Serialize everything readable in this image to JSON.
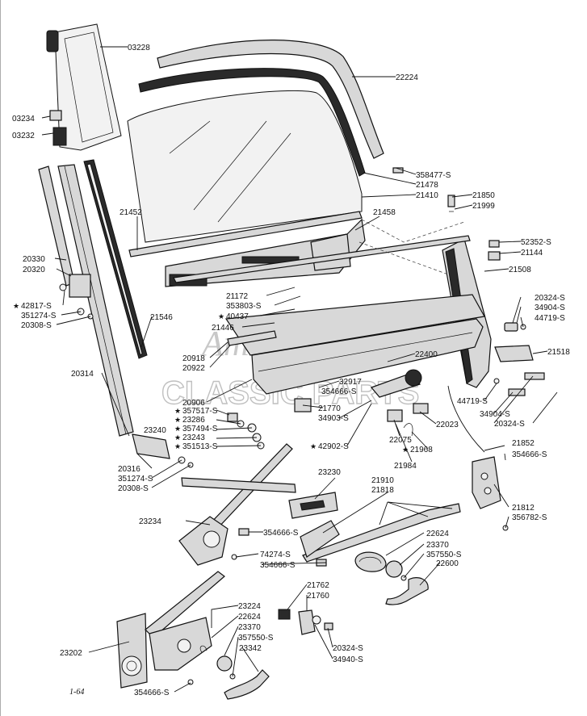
{
  "watermark": {
    "line1": "American",
    "line2": "CLASSIC PARTS"
  },
  "page_number": "1-64",
  "callouts": [
    {
      "id": "c01",
      "text": "03228",
      "star": false
    },
    {
      "id": "c02",
      "text": "22224",
      "star": false
    },
    {
      "id": "c03",
      "text": "03234",
      "star": false
    },
    {
      "id": "c04",
      "text": "03232",
      "star": false
    },
    {
      "id": "c05",
      "text": "358477-S",
      "star": false
    },
    {
      "id": "c06",
      "text": "21478",
      "star": false
    },
    {
      "id": "c07",
      "text": "21410",
      "star": false
    },
    {
      "id": "c08",
      "text": "21850",
      "star": false
    },
    {
      "id": "c09",
      "text": "21999",
      "star": false
    },
    {
      "id": "c10",
      "text": "21452",
      "star": false
    },
    {
      "id": "c11",
      "text": "21458",
      "star": false
    },
    {
      "id": "c12",
      "text": "52352-S",
      "star": false
    },
    {
      "id": "c13",
      "text": "21144",
      "star": false
    },
    {
      "id": "c14",
      "text": "20330",
      "star": false
    },
    {
      "id": "c15",
      "text": "20320",
      "star": false
    },
    {
      "id": "c16",
      "text": "21508",
      "star": false
    },
    {
      "id": "c17",
      "text": "42817-S",
      "star": true
    },
    {
      "id": "c18",
      "text": "351274-S",
      "star": false
    },
    {
      "id": "c19",
      "text": "20308-S",
      "star": false
    },
    {
      "id": "c20",
      "text": "21172",
      "star": false
    },
    {
      "id": "c21",
      "text": "353803-S",
      "star": false
    },
    {
      "id": "c22",
      "text": "40437",
      "star": true
    },
    {
      "id": "c23",
      "text": "20324-S",
      "star": false
    },
    {
      "id": "c24",
      "text": "34904-S",
      "star": false
    },
    {
      "id": "c25",
      "text": "44719-S",
      "star": false
    },
    {
      "id": "c26",
      "text": "21546",
      "star": false
    },
    {
      "id": "c27",
      "text": "21446",
      "star": false
    },
    {
      "id": "c28",
      "text": "20918",
      "star": false
    },
    {
      "id": "c29",
      "text": "20922",
      "star": false
    },
    {
      "id": "c30",
      "text": "21518",
      "star": false
    },
    {
      "id": "c31",
      "text": "22400",
      "star": false
    },
    {
      "id": "c32",
      "text": "20314",
      "star": false
    },
    {
      "id": "c33",
      "text": "32917",
      "star": false
    },
    {
      "id": "c34",
      "text": "354666-S",
      "star": false
    },
    {
      "id": "c35",
      "text": "44719-S",
      "star": false
    },
    {
      "id": "c36",
      "text": "20906",
      "star": false
    },
    {
      "id": "c37",
      "text": "357517-S",
      "star": true
    },
    {
      "id": "c38",
      "text": "34904-S",
      "star": false
    },
    {
      "id": "c39",
      "text": "20324-S",
      "star": false
    },
    {
      "id": "c40",
      "text": "23286",
      "star": true
    },
    {
      "id": "c41",
      "text": "21770",
      "star": false
    },
    {
      "id": "c42",
      "text": "22023",
      "star": false
    },
    {
      "id": "c43",
      "text": "357494-S",
      "star": true
    },
    {
      "id": "c44",
      "text": "34903-S",
      "star": false
    },
    {
      "id": "c45",
      "text": "23240",
      "star": false
    },
    {
      "id": "c46",
      "text": "23243",
      "star": true
    },
    {
      "id": "c47",
      "text": "42902-S",
      "star": true
    },
    {
      "id": "c48",
      "text": "22075",
      "star": false
    },
    {
      "id": "c49",
      "text": "351513-S",
      "star": true
    },
    {
      "id": "c50",
      "text": "21968",
      "star": true
    },
    {
      "id": "c51",
      "text": "21852",
      "star": false
    },
    {
      "id": "c52",
      "text": "354666-S",
      "star": false
    },
    {
      "id": "c53",
      "text": "21984",
      "star": false
    },
    {
      "id": "c54",
      "text": "20316",
      "star": false
    },
    {
      "id": "c55",
      "text": "351274-S",
      "star": false
    },
    {
      "id": "c56",
      "text": "20308-S",
      "star": false
    },
    {
      "id": "c57",
      "text": "23230",
      "star": false
    },
    {
      "id": "c58",
      "text": "21910",
      "star": false
    },
    {
      "id": "c59",
      "text": "21818",
      "star": false
    },
    {
      "id": "c60",
      "text": "21812",
      "star": false
    },
    {
      "id": "c61",
      "text": "356782-S",
      "star": false
    },
    {
      "id": "c62",
      "text": "23234",
      "star": false
    },
    {
      "id": "c63",
      "text": "354666-S",
      "star": false
    },
    {
      "id": "c64",
      "text": "22624",
      "star": false
    },
    {
      "id": "c65",
      "text": "23370",
      "star": false
    },
    {
      "id": "c66",
      "text": "357550-S",
      "star": false
    },
    {
      "id": "c67",
      "text": "74274-S",
      "star": false
    },
    {
      "id": "c68",
      "text": "22600",
      "star": false
    },
    {
      "id": "c69",
      "text": "354666-S",
      "star": false
    },
    {
      "id": "c70",
      "text": "21762",
      "star": false
    },
    {
      "id": "c71",
      "text": "21760",
      "star": false
    },
    {
      "id": "c72",
      "text": "23224",
      "star": false
    },
    {
      "id": "c73",
      "text": "22624",
      "star": false
    },
    {
      "id": "c74",
      "text": "23370",
      "star": false
    },
    {
      "id": "c75",
      "text": "357550-S",
      "star": false
    },
    {
      "id": "c76",
      "text": "23202",
      "star": false
    },
    {
      "id": "c77",
      "text": "23342",
      "star": false
    },
    {
      "id": "c78",
      "text": "20324-S",
      "star": false
    },
    {
      "id": "c79",
      "text": "34940-S",
      "star": false
    },
    {
      "id": "c80",
      "text": "354666-S",
      "star": false
    }
  ]
}
